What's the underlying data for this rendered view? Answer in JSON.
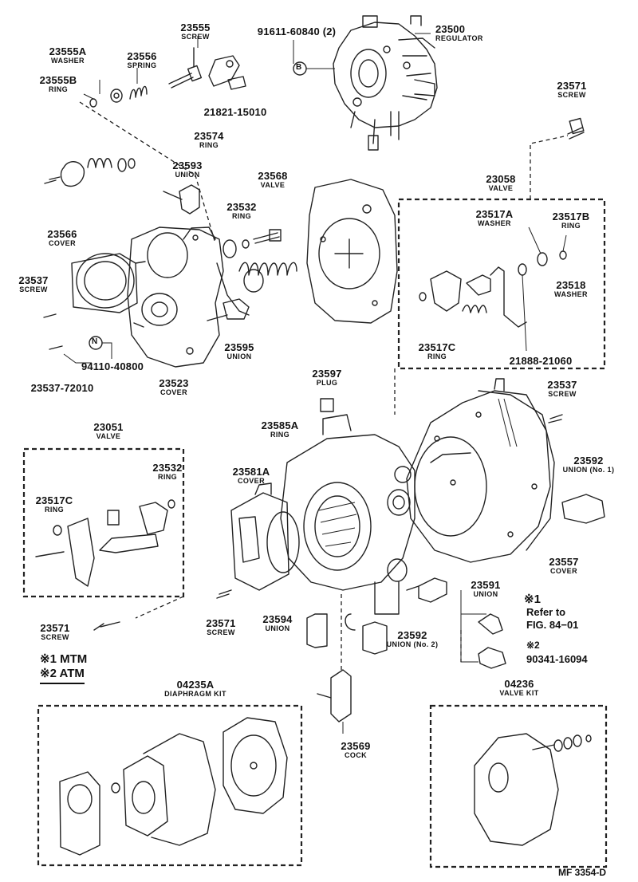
{
  "labels": {
    "p23555": {
      "num": "23555",
      "name": "SCREW"
    },
    "p23555A": {
      "num": "23555A",
      "name": "WASHER"
    },
    "p23556": {
      "num": "23556",
      "name": "SPRING"
    },
    "p23555B": {
      "num": "23555B",
      "name": "RING"
    },
    "p21821": {
      "num": "21821-15010",
      "name": ""
    },
    "p91611": {
      "num": "91611-60840 (2)",
      "name": ""
    },
    "p23500": {
      "num": "23500",
      "name": "REGULATOR"
    },
    "p23571a": {
      "num": "23571",
      "name": "SCREW"
    },
    "p23574": {
      "num": "23574",
      "name": "RING"
    },
    "p23593": {
      "num": "23593",
      "name": "UNION"
    },
    "p23568": {
      "num": "23568",
      "name": "VALVE"
    },
    "p23532a": {
      "num": "23532",
      "name": "RING"
    },
    "p23566": {
      "num": "23566",
      "name": "COVER"
    },
    "p23537a": {
      "num": "23537",
      "name": "SCREW"
    },
    "p94110": {
      "num": "94110-40800",
      "name": ""
    },
    "p2353772010": {
      "num": "23537-72010",
      "name": ""
    },
    "p23523": {
      "num": "23523",
      "name": "COVER"
    },
    "p23595": {
      "num": "23595",
      "name": "UNION"
    },
    "p23058": {
      "num": "23058",
      "name": "VALVE"
    },
    "p23517A": {
      "num": "23517A",
      "name": "WASHER"
    },
    "p23517B": {
      "num": "23517B",
      "name": "RING"
    },
    "p23518": {
      "num": "23518",
      "name": "WASHER"
    },
    "p23517Ca": {
      "num": "23517C",
      "name": "RING"
    },
    "p21888": {
      "num": "21888-21060",
      "name": ""
    },
    "p23597": {
      "num": "23597",
      "name": "PLUG"
    },
    "p23537b": {
      "num": "23537",
      "name": "SCREW"
    },
    "p23592a": {
      "num": "23592",
      "name": "UNION (No. 1)"
    },
    "p23051": {
      "num": "23051",
      "name": "VALVE"
    },
    "p23532b": {
      "num": "23532",
      "name": "RING"
    },
    "p23517Cb": {
      "num": "23517C",
      "name": "RING"
    },
    "p23585A": {
      "num": "23585A",
      "name": "RING"
    },
    "p23581A": {
      "num": "23581A",
      "name": "COVER"
    },
    "p23557": {
      "num": "23557",
      "name": "COVER"
    },
    "p23591": {
      "num": "23591",
      "name": "UNION"
    },
    "p23571b": {
      "num": "23571",
      "name": "SCREW"
    },
    "p23571c": {
      "num": "23571",
      "name": "SCREW"
    },
    "p23594": {
      "num": "23594",
      "name": "UNION"
    },
    "p23592b": {
      "num": "23592",
      "name": "UNION (No. 2)"
    },
    "p23569": {
      "num": "23569",
      "name": "COCK"
    },
    "p04235A": {
      "num": "04235A",
      "name": "DIAPHRAGM KIT"
    },
    "p04236": {
      "num": "04236",
      "name": "VALVE KIT"
    }
  },
  "notes": {
    "ref1_mark": "※1",
    "ref1_line1": "Refer to",
    "ref1_line2": "FIG. 84−01",
    "ref2_mark": "※2",
    "ref2_part": "90341-16094",
    "legend1": "※1 MTM",
    "legend2": "※2 ATM",
    "circle_b": "B",
    "circle_n": "N",
    "figure_code": "MF 3354-D"
  }
}
